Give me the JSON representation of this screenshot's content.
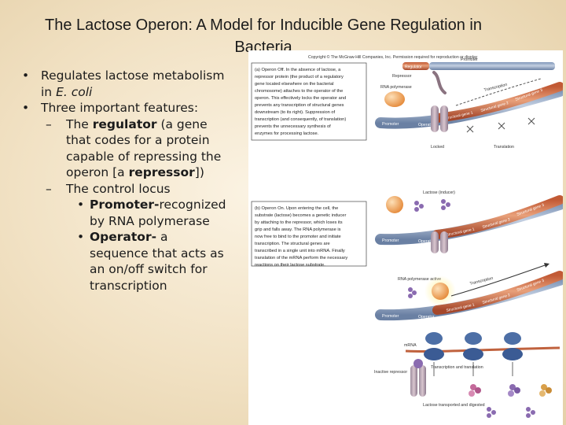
{
  "slide": {
    "title": "The Lactose Operon: A Model for Inducible Gene Regulation in Bacteria"
  },
  "bullets": {
    "b1_pre": "Regulates lactose metabolism in ",
    "b1_em": "E. coli",
    "b2": "Three important features:",
    "s1_pre": "The ",
    "s1_bold": "regulator",
    "s1_mid": " (a gene that codes for a protein capable of repressing the operon [a ",
    "s1_bold2": "repressor",
    "s1_post": "])",
    "s2": "The control locus",
    "t1_bold": "Promoter-",
    "t1_rest": "recognized by RNA polymerase",
    "t2_bold": "Operator-",
    "t2_rest": " a sequence that acts as an on/off switch for transcription"
  },
  "figure": {
    "copyright": "Copyright © The McGraw-Hill Companies, Inc. Permission required for reproduction or display",
    "panel_a": {
      "heading": "(a) Operon Off.",
      "lines": [
        "(a) Operon Off. In the absence of lactose, a",
        "repressor protein (the product of a regulatory",
        "gene located elsewhere on the bacterial",
        "chromosome) attaches to the operator of the",
        "operon. This effectively locks the operator and",
        "prevents any transcription of structural genes",
        "downstream (to its right). Suppression of",
        "transcription (and consequently, of translation)",
        "prevents the unnecessary synthesis of",
        "enzymes for processing lactose."
      ]
    },
    "panel_b": {
      "heading": "(b) Operon On.",
      "lines": [
        "(b) Operon On. Upon entering the cell, the",
        "substrate (lactose) becomes a genetic inducer",
        "by attaching to the repressor, which loses its",
        "grip and falls away. The RNA polymerase is",
        "now free to bind to the promoter and initiate",
        "transcription. The structural genes are",
        "transcribed in a single unit into mRNA. Finally",
        "translation of the mRNA perform the necessary",
        "reactions on their lactose substrate."
      ]
    },
    "labels": {
      "regulator": "Regulator",
      "repressor": "Repressor",
      "promoter_a": "Promoter",
      "rna_polymerase": "RNA polymerase",
      "transcription_a": "Transcription",
      "locked": "Locked",
      "translation": "Translation",
      "lactose_inducer": "Lactose (inducer)",
      "rna_polymerase_active": "RNA polymerase active",
      "transcription_b": "Transcription",
      "mrna": "mRNA",
      "transcription_translation": "Transcription and translation",
      "inactive_repressor": "Inactive repressor",
      "lactose_digested": "Lactose transported and digested",
      "promoter": "Promoter",
      "operator": "Operator",
      "gene1": "Structural gene 1",
      "gene2": "Structural gene 2",
      "gene3": "Structural gene 3"
    }
  }
}
